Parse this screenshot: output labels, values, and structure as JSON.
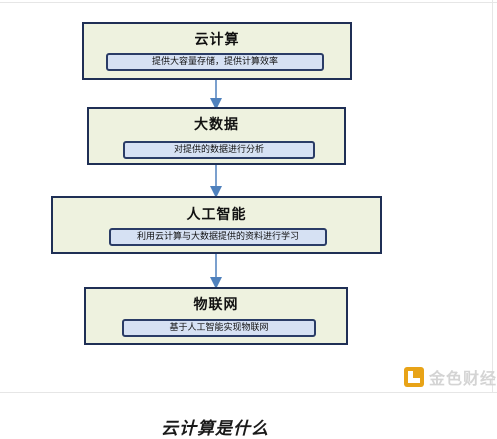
{
  "diagram": {
    "nodes": [
      {
        "id": "cloud-computing",
        "title": "云计算",
        "description": "提供大容量存储，提供计算效率"
      },
      {
        "id": "big-data",
        "title": "大数据",
        "description": "对提供的数据进行分析"
      },
      {
        "id": "ai",
        "title": "人工智能",
        "description": "利用云计算与大数据提供的资料进行学习"
      },
      {
        "id": "iot",
        "title": "物联网",
        "description": "基于人工智能实现物联网"
      }
    ],
    "edges": [
      {
        "from": "cloud-computing",
        "to": "big-data"
      },
      {
        "from": "big-data",
        "to": "ai"
      },
      {
        "from": "ai",
        "to": "iot"
      }
    ],
    "colors": {
      "node_fill": "#eef2df",
      "node_border": "#1f2f55",
      "desc_fill": "#d6e1f3",
      "arrow": "#4f81bd"
    }
  },
  "watermark": {
    "text": "金色财经",
    "logo_color": "#e8a317"
  },
  "caption": "云计算是什么"
}
